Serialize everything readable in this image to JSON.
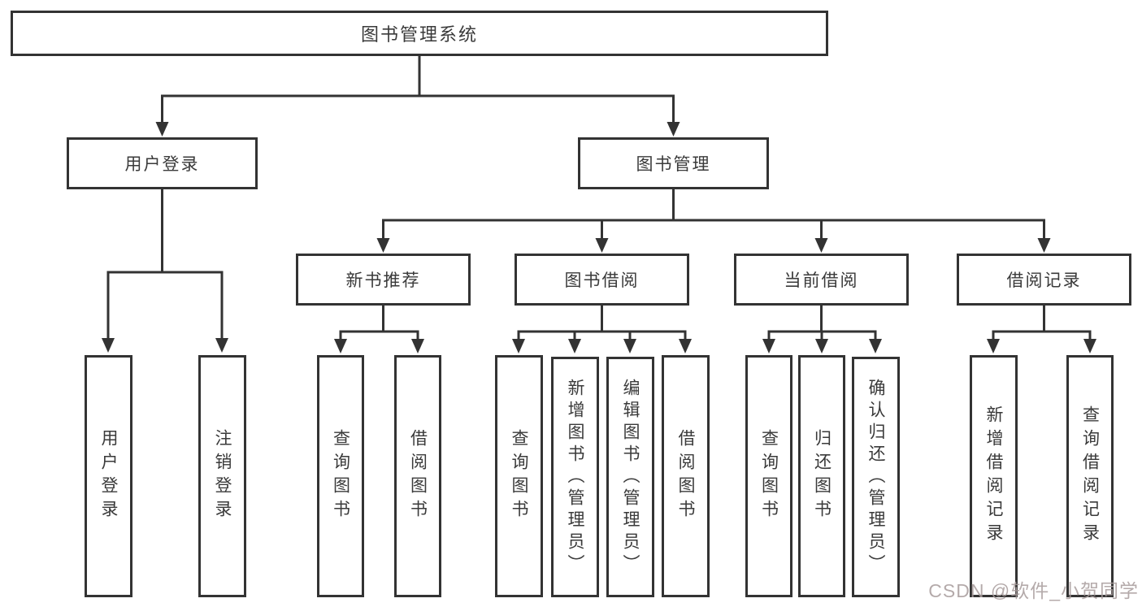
{
  "nodes": {
    "root": "图书管理系统",
    "user_login": "用户登录",
    "book_management": "图书管理",
    "new_book_recommend": "新书推荐",
    "book_borrow": "图书借阅",
    "current_borrow": "当前借阅",
    "borrow_records": "借阅记录",
    "leaf_user_login": "用户登录",
    "leaf_logout": "注销登录",
    "leaf_nb_query_books": "查询图书",
    "leaf_nb_borrow_books": "借阅图书",
    "leaf_bb_query_books": "查询图书",
    "leaf_bb_add_books": "新增图书（管理员）",
    "leaf_bb_edit_books": "编辑图书（管理员）",
    "leaf_bb_borrow_books": "借阅图书",
    "leaf_cb_query_books": "查询图书",
    "leaf_cb_return_books": "归还图书",
    "leaf_cb_confirm_return": "确认归还（管理员）",
    "leaf_br_add_record": "新增借阅记录",
    "leaf_br_query_record": "查询借阅记录"
  },
  "watermark": "CSDN @软件_小贺同学",
  "colors": {
    "line": "#333333",
    "box-border": "#333333",
    "text": "#3a3a3a",
    "box-bg": "#ffffff",
    "watermark": "#a89c9c"
  }
}
